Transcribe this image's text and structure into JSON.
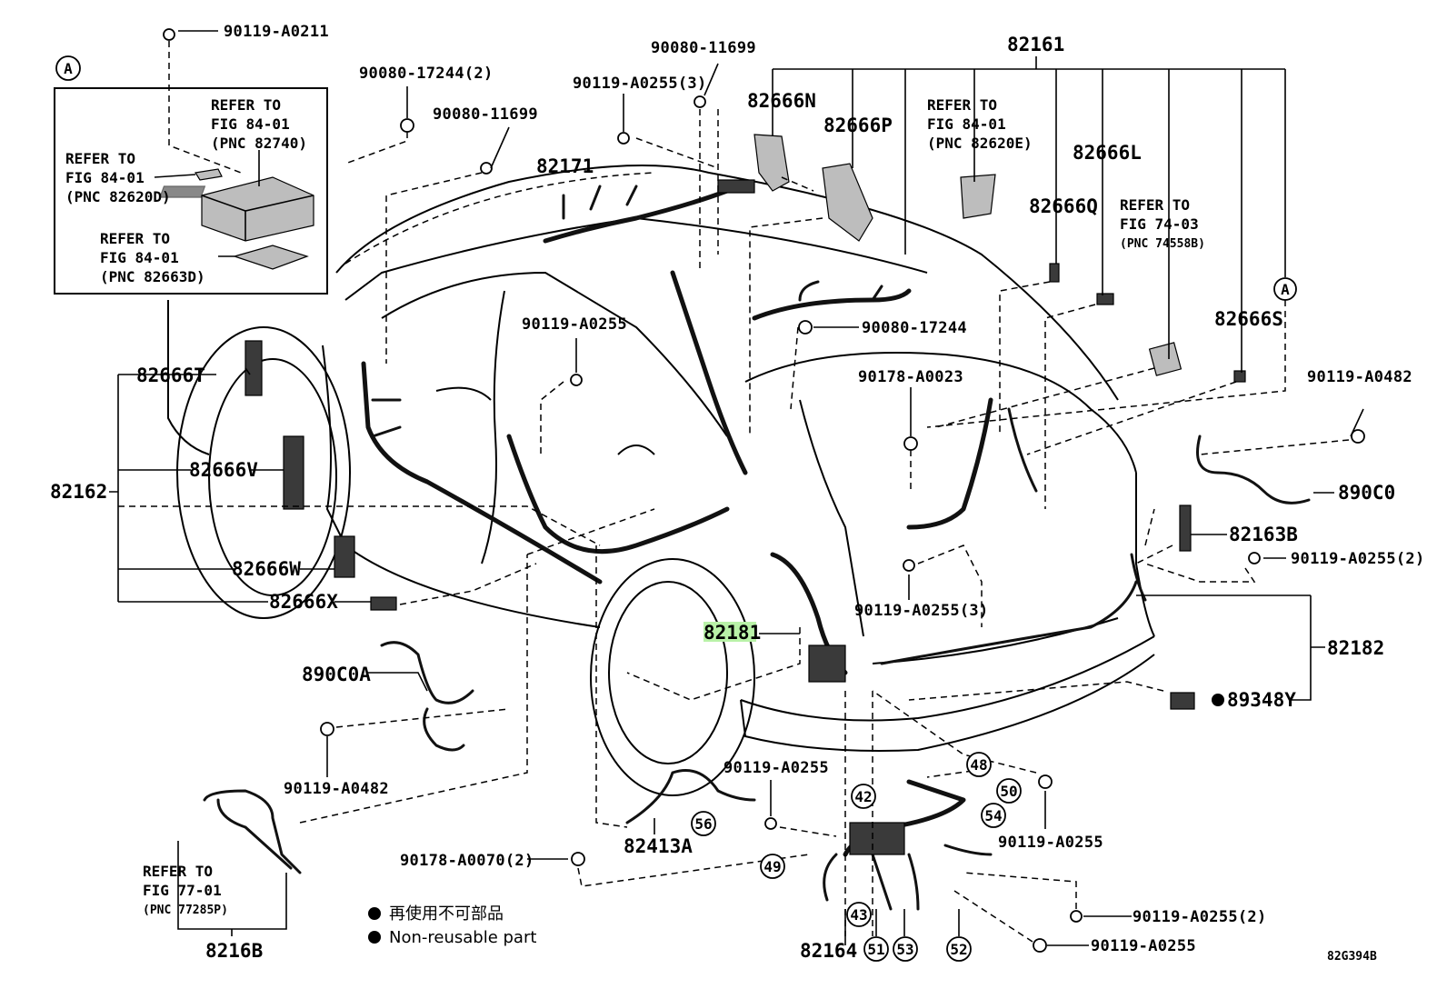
{
  "diagram_code": "82G394B",
  "inset_marker": "A",
  "inset_refs": [
    {
      "lines": [
        "REFER TO",
        "FIG 84-01",
        "(PNC 82740)"
      ]
    },
    {
      "lines": [
        "REFER TO",
        "FIG 84-01",
        "(PNC 82620D)"
      ]
    },
    {
      "lines": [
        "REFER TO",
        "FIG 84-01",
        "(PNC 82663D)"
      ]
    }
  ],
  "refer_boxes": [
    {
      "lines": [
        "REFER TO",
        "FIG 84-01",
        "(PNC 82620E)"
      ]
    },
    {
      "lines": [
        "REFER TO",
        "FIG 74-03",
        "(PNC 74558B)"
      ]
    },
    {
      "lines": [
        "REFER TO",
        "FIG 77-01",
        "(PNC 77285P)"
      ]
    }
  ],
  "part_labels": {
    "p90119_A0211": "90119-A0211",
    "p90080_17244_2": "90080-17244(2)",
    "p90080_11699_a": "90080-11699",
    "p90080_11699_b": "90080-11699",
    "p90119_A0255_3_top": "90119-A0255(3)",
    "p82161": "82161",
    "p82666N": "82666N",
    "p82666P": "82666P",
    "p82666L": "82666L",
    "p82666Q": "82666Q",
    "p82171": "82171",
    "p82666S": "82666S",
    "p90119_A0255_mid": "90119-A0255",
    "p90080_17244": "90080-17244",
    "p90178_A0023": "90178-A0023",
    "p90119_A0482_r": "90119-A0482",
    "p82666T": "82666T",
    "p82666V": "82666V",
    "p82162": "82162",
    "p82666W": "82666W",
    "p82666X": "82666X",
    "p890C0": "890C0",
    "p82163B": "82163B",
    "p90119_A0255_2_r": "90119-A0255(2)",
    "p90119_A0255_3_mid": "90119-A0255(3)",
    "p82181": "82181",
    "p82182": "82182",
    "p890C0A": "890C0A",
    "p89348Y": "89348Y",
    "p90119_A0482_l": "90119-A0482",
    "p90119_A0255_low": "90119-A0255",
    "p90119_A0255_lowr": "90119-A0255",
    "p82413A": "82413A",
    "p90178_A0070_2": "90178-A0070(2)",
    "p8216B": "8216B",
    "p82164": "82164",
    "p90119_A0255_2_b": "90119-A0255(2)",
    "p90119_A0255_bot": "90119-A0255"
  },
  "circled_numbers": [
    "48",
    "42",
    "50",
    "54",
    "56",
    "49",
    "43",
    "51",
    "53",
    "52"
  ],
  "legend": {
    "jp": "再使用不可部品",
    "en": "Non-reusable part"
  }
}
